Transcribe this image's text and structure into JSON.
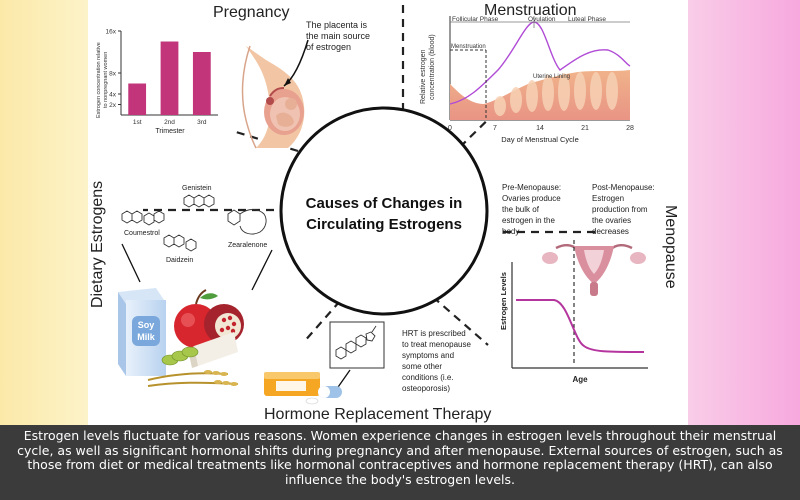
{
  "center": {
    "line1": "Causes of Changes in",
    "line2": "Circulating Estrogens"
  },
  "pregnancy": {
    "title": "Pregnancy",
    "ylabel_1": "Estrogen concentration relative",
    "ylabel_2": "to nonpregnant women",
    "xlabel": "Trimester",
    "note_1": "The placenta is",
    "note_2": "the  main source",
    "note_3": "of estrogen"
  },
  "menstruation": {
    "title": "Menstruation",
    "phase_follicular": "Follicular Phase",
    "phase_ovulation": "Ovulation",
    "phase_luteal": "Luteal Phase",
    "label_menstruation": "Menstruation",
    "label_uterine": "Uterine Lining",
    "ylabel_1": "Relative estrogen",
    "ylabel_2": "concentration (blood)",
    "xlabel": "Day of Menstrual Cycle",
    "ticks": [
      "0",
      "7",
      "14",
      "21",
      "28"
    ]
  },
  "menopause": {
    "title": "Menopause",
    "pre_1": "Pre-Menopause:",
    "pre_2": "Ovaries produce",
    "pre_3": "the bulk of",
    "pre_4": "estrogen in the",
    "pre_5": "body",
    "post_1": "Post-Menopause:",
    "post_2": "Estrogen",
    "post_3": "production from",
    "post_4": "the ovaries",
    "post_5": "decreases",
    "ylabel": "Estrogen Levels",
    "xlabel": "Age"
  },
  "dietary": {
    "title": "Dietary Estrogens",
    "genistein": "Genistein",
    "coumestrol": "Coumestrol",
    "zearalenone": "Zearalenone",
    "daidzein": "Daidzein",
    "carton_1": "Soy",
    "carton_2": "Milk"
  },
  "hrt": {
    "title": "Hormone Replacement Therapy",
    "note_1": "HRT is  prescribed",
    "note_2": "to treat menopause",
    "note_3": "symptoms and",
    "note_4": "some other",
    "note_5": "conditions (i.e.",
    "note_6": "osteoporosis)"
  },
  "caption": "Estrogen levels fluctuate for various reasons. Women experience changes in estrogen levels throughout their menstrual cycle, as well as significant hormonal shifts during pregnancy and after menopause. External sources of estrogen, such as those from diet or medical treatments like hormonal contraceptives and hormone replacement therapy (HRT), can also influence the body's estrogen levels.",
  "chart_data": {
    "type": "bar",
    "categories": [
      "1st",
      "2nd",
      "3rd"
    ],
    "y_ticks": [
      "2x",
      "4x",
      "8x",
      "16x"
    ],
    "values": [
      6,
      14,
      12
    ],
    "ylim": [
      0,
      16
    ],
    "ylabel": "Estrogen concentration relative to nonpregnant women",
    "xlabel": "Trimester",
    "bar_color": "#c2357a"
  }
}
